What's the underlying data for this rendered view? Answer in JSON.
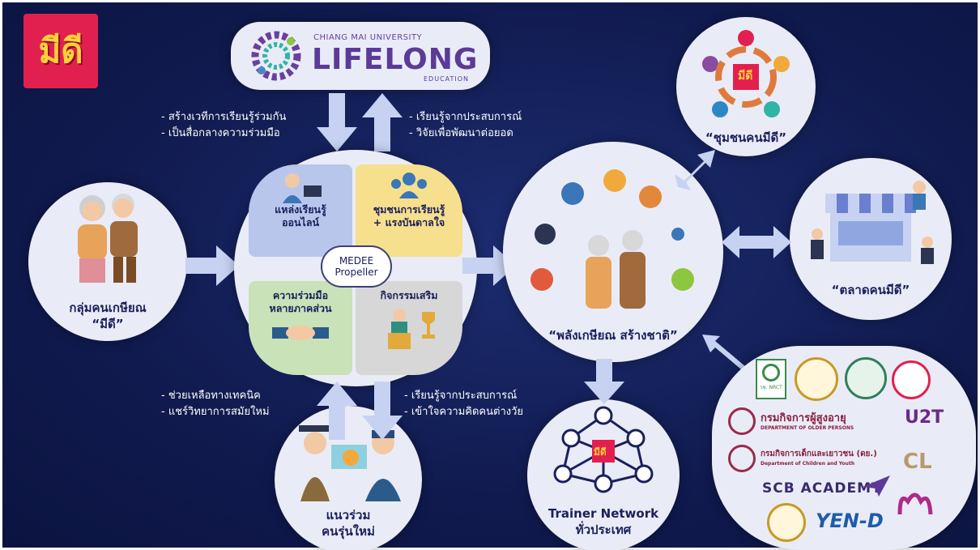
{
  "brand": {
    "logo_text": "มีดี"
  },
  "lifelong": {
    "university": "CHIANG MAI UNIVERSITY",
    "title": "LIFELONG",
    "subtitle": "EDUCATION"
  },
  "notes": {
    "top_left": [
      "- สร้างเวทีการเรียนรู้ร่วมกัน",
      "- เป็นสื่อกลางความร่วมมือ"
    ],
    "top_right": [
      "- เรียนรู้จากประสบการณ์",
      "- วิจัยเพื่อพัฒนาต่อยอด"
    ],
    "bottom_left": [
      "- ช่วยเหลือทางเทคนิค",
      "- แชร์วิทยาการสมัยใหม่"
    ],
    "bottom_right": [
      "- เรียนรู้จากประสบการณ์",
      "- เข้าใจความคิดคนต่างวัย"
    ]
  },
  "elders_group": {
    "line1": "กลุ่มคนเกษียณ",
    "line2": "“มีดี”"
  },
  "propeller": {
    "center_line1": "MEDEE",
    "center_line2": "Propeller",
    "quadrants": [
      {
        "line1": "แหล่งเรียนรู้",
        "line2": "ออนไลน์",
        "color": "#b9c6ec"
      },
      {
        "line1": "ชุมชนการเรียนรู้",
        "line2": "+ แรงบันดาลใจ",
        "color": "#f6df8d"
      },
      {
        "line1": "ความร่วมมือ",
        "line2": "หลายภาคส่วน",
        "color": "#c9e2b8"
      },
      {
        "line1": "กิจกรรมเสริม",
        "line2": "",
        "color": "#d7d7d7"
      }
    ]
  },
  "national_power": {
    "label": "“พลังเกษียณ สร้างชาติ”"
  },
  "community": {
    "badge": "มีดี",
    "label": "“ชุมชนคนมีดี”"
  },
  "market": {
    "label": "“ตลาดคนมีดี”"
  },
  "youth": {
    "line1": "แนวร่วม",
    "line2": "คนรุ่นใหม่"
  },
  "trainer": {
    "badge": "มีดี",
    "line1": "Trainer Network",
    "line2": "ทั่วประเทศ"
  },
  "partners": {
    "nrct": "วช. NRCT",
    "dop_th": "กรมกิจการผู้สูงอายุ",
    "dop_en": "DEPARTMENT OF OLDER PERSONS",
    "dcy_th": "กรมกิจการเด็กและเยาวชน (ดย.)",
    "dcy_en": "Department of Children and Youth",
    "scb": "SCB ACADEMY",
    "u2t": "U2T",
    "yen": "YEN-D",
    "cl": "CL"
  },
  "colors": {
    "background": "#101a4e",
    "node": "#e9ecf6",
    "accent_red": "#e2204f",
    "accent_yellow": "#ffd23a",
    "arrow": "#c7d2f2"
  }
}
